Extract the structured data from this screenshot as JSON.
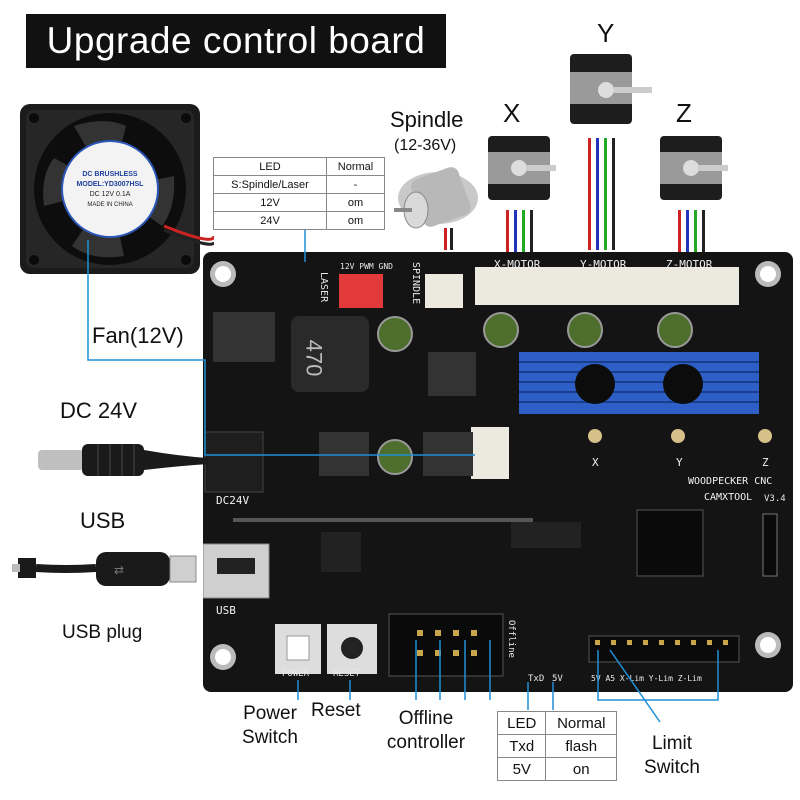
{
  "title": "Upgrade control board",
  "labels": {
    "spindle": "Spindle",
    "spindle_voltage": "(12-36V)",
    "fan": "Fan(12V)",
    "dc24": "DC 24V",
    "usb": "USB",
    "usb_plug": "USB plug",
    "power_switch_1": "Power",
    "power_switch_2": "Switch",
    "reset": "Reset",
    "offline_1": "Offline",
    "offline_2": "controller",
    "limit_1": "Limit",
    "limit_2": "Switch",
    "axis_x": "X",
    "axis_y": "Y",
    "axis_z": "Z"
  },
  "fan_label": {
    "line1": "DC BRUSHLESS",
    "line2": "MODEL:YD3007HSL",
    "line3": "DC 12V 0.1A",
    "line4": "MADE IN CHINA"
  },
  "led_table_top": {
    "header": [
      "LED",
      "Normal"
    ],
    "rows": [
      [
        "S:Spindle/Laser",
        "-"
      ],
      [
        "12V",
        "om"
      ],
      [
        "24V",
        "om"
      ]
    ]
  },
  "led_table_bottom": {
    "header": [
      "LED",
      "Normal"
    ],
    "rows": [
      [
        "Txd",
        "flash"
      ],
      [
        "5V",
        "on"
      ]
    ]
  },
  "silkscreen": {
    "x_motor": "X-MOTOR",
    "y_motor": "Y-MOTOR",
    "z_motor": "Z-MOTOR",
    "laser": "LASER",
    "spindle": "SPINDLE",
    "power_header": "12V PWM GND",
    "woodpecker": "WOODPECKER CNC",
    "camxtool": "CAMXTOOL",
    "version": "V3.4",
    "dc24v": "DC24V",
    "usb": "USB",
    "power": "POWER",
    "reset": "RESET",
    "offline": "Offline",
    "txd": "TxD",
    "fivev": "5V",
    "inductor": "470",
    "x": "X",
    "y": "Y",
    "z": "Z",
    "limits": "5V A5 X-Lim Y-Lim Z-Lim"
  },
  "colors": {
    "pcb": "#141414",
    "heatsink": "#2d5fc7",
    "connector": "#ece9df",
    "red_connector": "#e23a3a"
  }
}
